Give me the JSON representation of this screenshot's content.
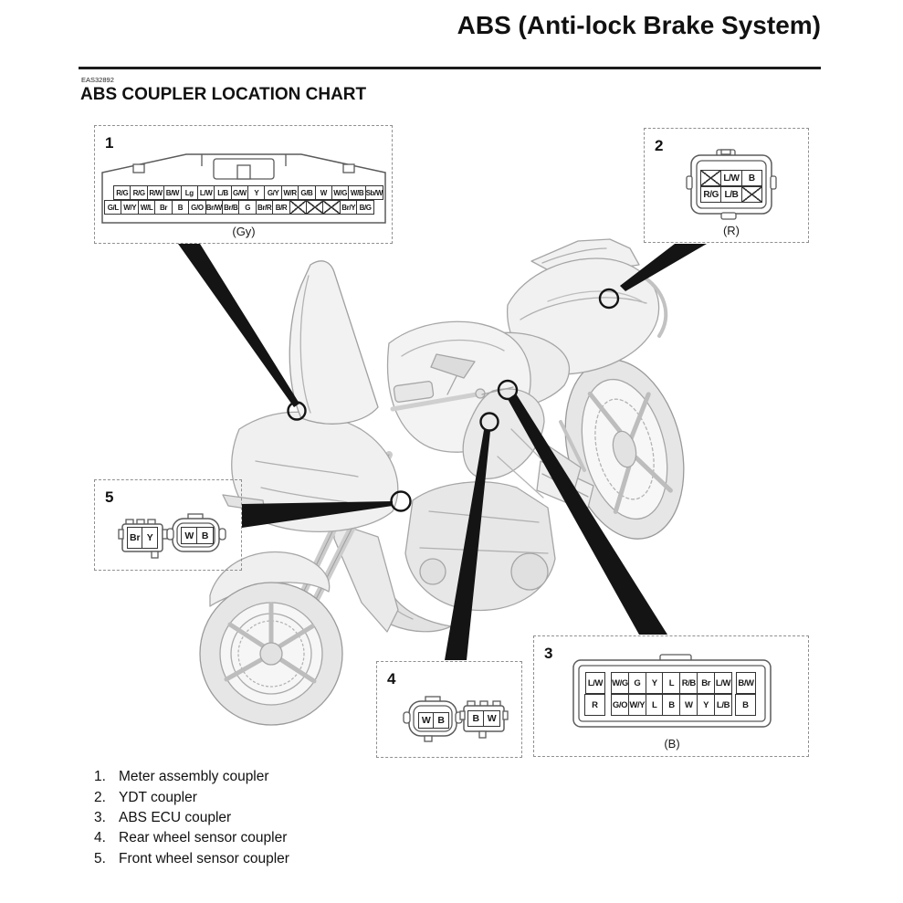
{
  "header": {
    "page_title": "ABS (Anti-lock Brake System)",
    "code": "EAS32892",
    "section_title": "ABS COUPLER LOCATION CHART"
  },
  "couplers": {
    "c1": {
      "number": "1",
      "color_label": "(Gy)",
      "row1": [
        "R/G",
        "R/G",
        "R/W",
        "B/W",
        "Lg",
        "L/W",
        "L/B",
        "G/W",
        "Y",
        "G/Y",
        "W/R",
        "G/B",
        "W",
        "W/G",
        "W/B",
        "Sb/W"
      ],
      "row2": [
        "G/L",
        "W/Y",
        "W/L",
        "Br",
        "B",
        "G/O",
        "Br/W",
        "Br/B",
        "G",
        "Br/R",
        "B/R",
        "✕",
        "✕",
        "✕",
        "Br/Y",
        "B/G"
      ]
    },
    "c2": {
      "number": "2",
      "color_label": "(R)",
      "row1": [
        "✕",
        "L/W",
        "B"
      ],
      "row2": [
        "R/G",
        "L/B",
        "✕"
      ]
    },
    "c3": {
      "number": "3",
      "color_label": "(B)",
      "left_col": [
        "L/W",
        "R"
      ],
      "row1": [
        "W/G",
        "G",
        "Y",
        "L",
        "R/B",
        "Br",
        "L/W"
      ],
      "row2": [
        "G/O",
        "W/Y",
        "L",
        "B",
        "W",
        "Y",
        "L/B"
      ],
      "right_col": [
        "B/W",
        "B"
      ]
    },
    "c4": {
      "number": "4",
      "connector_a": [
        "W",
        "B"
      ],
      "connector_b": [
        "B",
        "W"
      ]
    },
    "c5": {
      "number": "5",
      "connector_a": [
        "Br",
        "Y"
      ],
      "connector_b": [
        "W",
        "B"
      ]
    }
  },
  "legend": {
    "items": [
      {
        "num": "1.",
        "label": "Meter assembly coupler"
      },
      {
        "num": "2.",
        "label": "YDT coupler"
      },
      {
        "num": "3.",
        "label": "ABS ECU coupler"
      },
      {
        "num": "4.",
        "label": "Rear wheel sensor coupler"
      },
      {
        "num": "5.",
        "label": "Front wheel sensor coupler"
      }
    ]
  },
  "colors": {
    "leader_black": "#141414",
    "line_art_gray": "#a8a8a8",
    "cell_border": "#333333",
    "dashed_border": "#8f8f8f"
  }
}
